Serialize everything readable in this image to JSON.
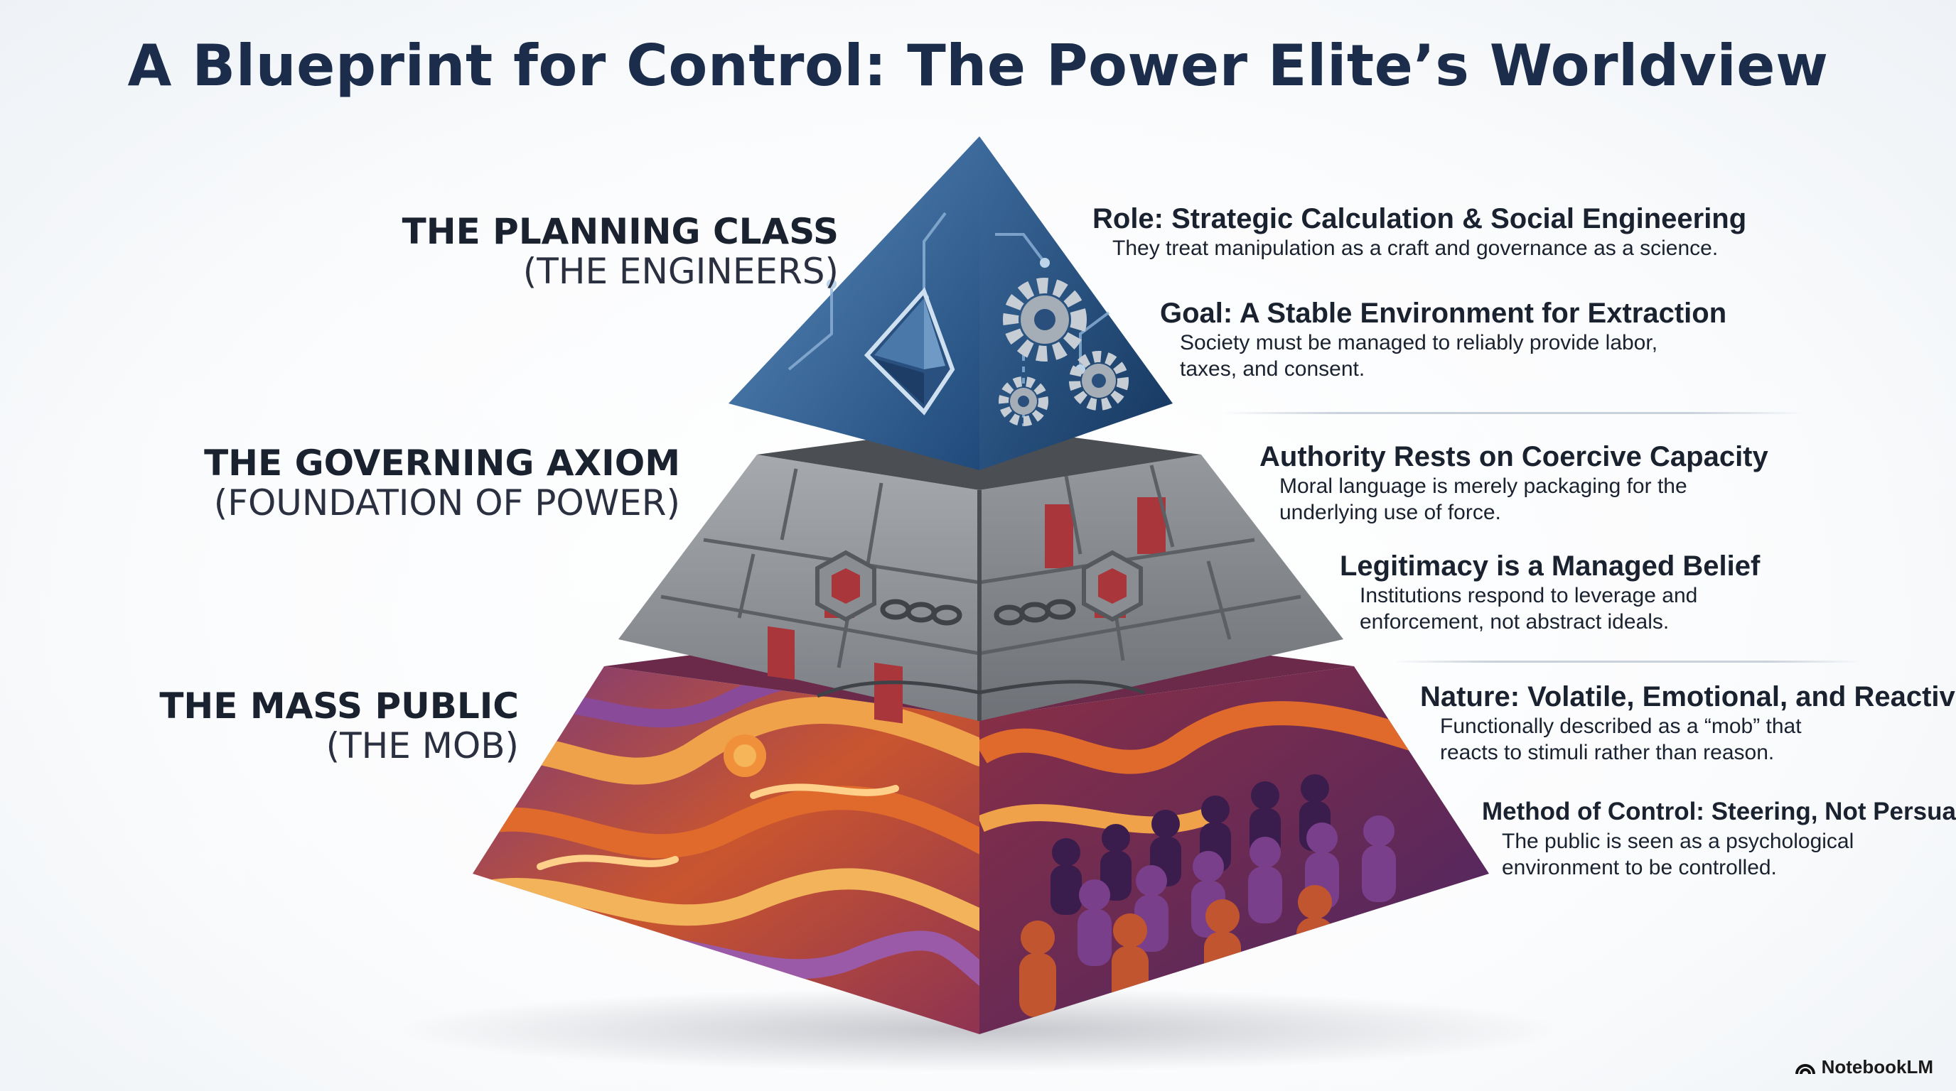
{
  "title": "A Blueprint for Control: The Power Elite’s Worldview",
  "tiers": [
    {
      "label_main": "THE PLANNING CLASS",
      "label_sub": "(THE ENGINEERS)",
      "points": [
        {
          "heading": "Role: Strategic Calculation & Social Engineering",
          "body": "They treat manipulation as a craft and governance as a science."
        },
        {
          "heading": "Goal: A Stable Environment for Extraction",
          "body": "Society must be managed to reliably provide labor,\ntaxes, and consent."
        }
      ]
    },
    {
      "label_main": "THE GOVERNING AXIOM",
      "label_sub": "(FOUNDATION OF POWER)",
      "points": [
        {
          "heading": "Authority Rests on Coercive Capacity",
          "body": "Moral language is merely packaging for the\nunderlying use of force."
        },
        {
          "heading": "Legitimacy is a Managed Belief",
          "body": "Institutions respond to leverage and\nenforcement, not abstract ideals."
        }
      ]
    },
    {
      "label_main": "THE MASS PUBLIC",
      "label_sub": "(THE MOB)",
      "points": [
        {
          "heading": "Nature: Volatile, Emotional, and Reactive",
          "body": "Functionally described as a “mob” that\nreacts to stimuli rather than reason."
        },
        {
          "heading": "Method of Control: Steering, Not Persuasion",
          "body": "The public is seen as a psychological\nenvironment to be controlled."
        }
      ]
    }
  ],
  "brand": "NotebookLM",
  "icons": {
    "apex_emblem": "diamond-emblem-icon",
    "gears": "gear-icon",
    "chains": "chain-icon",
    "crowd": "crowd-icon",
    "brand": "notebooklm-logo-icon"
  },
  "colors": {
    "title": "#1b2d4a",
    "apex_blue": "#2f5a88",
    "stone_gray": "#8f9296",
    "stone_red": "#a8363a",
    "mob_orange": "#e0792f",
    "mob_purple": "#5a2f6e"
  }
}
